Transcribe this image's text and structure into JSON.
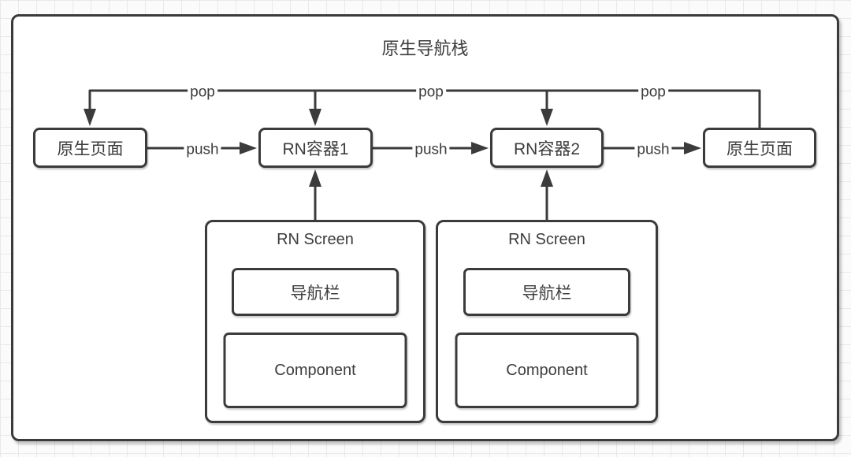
{
  "diagram": {
    "title": "原生导航栈",
    "nodes": {
      "native_left": "原生页面",
      "rn_container_1": "RN容器1",
      "rn_container_2": "RN容器2",
      "native_right": "原生页面"
    },
    "edges": [
      {
        "id": "pop-rn1-to-native-left",
        "label": "pop"
      },
      {
        "id": "pop-rn2-to-rn1",
        "label": "pop"
      },
      {
        "id": "pop-native-right-to-rn2",
        "label": "pop"
      },
      {
        "id": "push-native-left-to-rn1",
        "label": "push"
      },
      {
        "id": "push-rn1-to-rn2",
        "label": "push"
      },
      {
        "id": "push-rn2-to-native-right",
        "label": "push"
      }
    ],
    "screens": [
      {
        "title": "RN Screen",
        "navbar": "导航栏",
        "component": "Component"
      },
      {
        "title": "RN Screen",
        "navbar": "导航栏",
        "component": "Component"
      }
    ],
    "colors": {
      "line": "#3b3b3b",
      "text": "#3d3d3d",
      "panel_background": "#ffffff",
      "page_background": "#fbfbfb",
      "grid_line": "#e9e9e9"
    }
  }
}
